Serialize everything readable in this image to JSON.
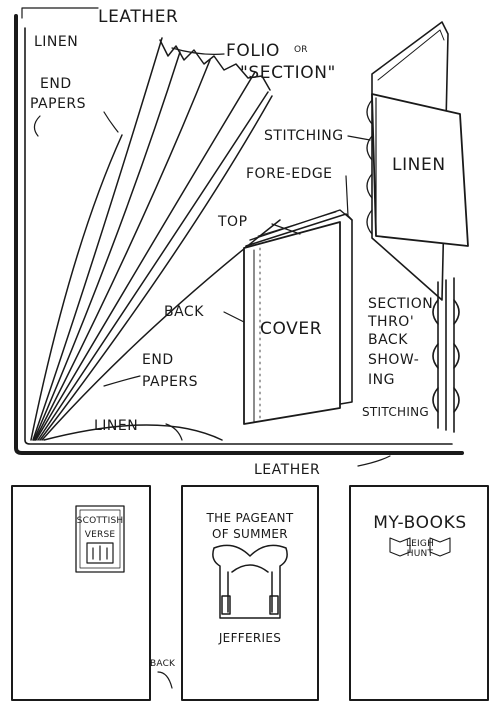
{
  "labels": {
    "leather_top": "LEATHER",
    "linen_top": "LINEN",
    "end_papers_top_1": "END",
    "end_papers_top_2": "PAPERS",
    "folio_1": "FOLIO",
    "folio_or": "OR",
    "folio_2": "\"SECTION\"",
    "stitching": "STITCHING",
    "linen_book": "LINEN",
    "fore_edge": "FORE-EDGE",
    "top": "TOP",
    "back": "BACK",
    "cover": "COVER",
    "section_1": "SECTION",
    "section_2": "THRO'",
    "section_3": "BACK",
    "section_4": "SHOW-",
    "section_5": "ING",
    "section_6": "STITCHING",
    "end_papers_bottom_1": "END",
    "end_papers_bottom_2": "PAPERS",
    "linen_bottom": "LINEN",
    "leather_bottom": "LEATHER"
  },
  "covers": {
    "scottish_1": "SCOTTISH",
    "scottish_2": "VERSE",
    "pageant_1": "THE PAGEANT",
    "pageant_2": "OF SUMMER",
    "pageant_author": "JEFFERIES",
    "mybooks_title": "MY-BOOKS",
    "mybooks_author_1": "LEIGH",
    "mybooks_author_2": "HUNT",
    "back_label": "BACK"
  }
}
